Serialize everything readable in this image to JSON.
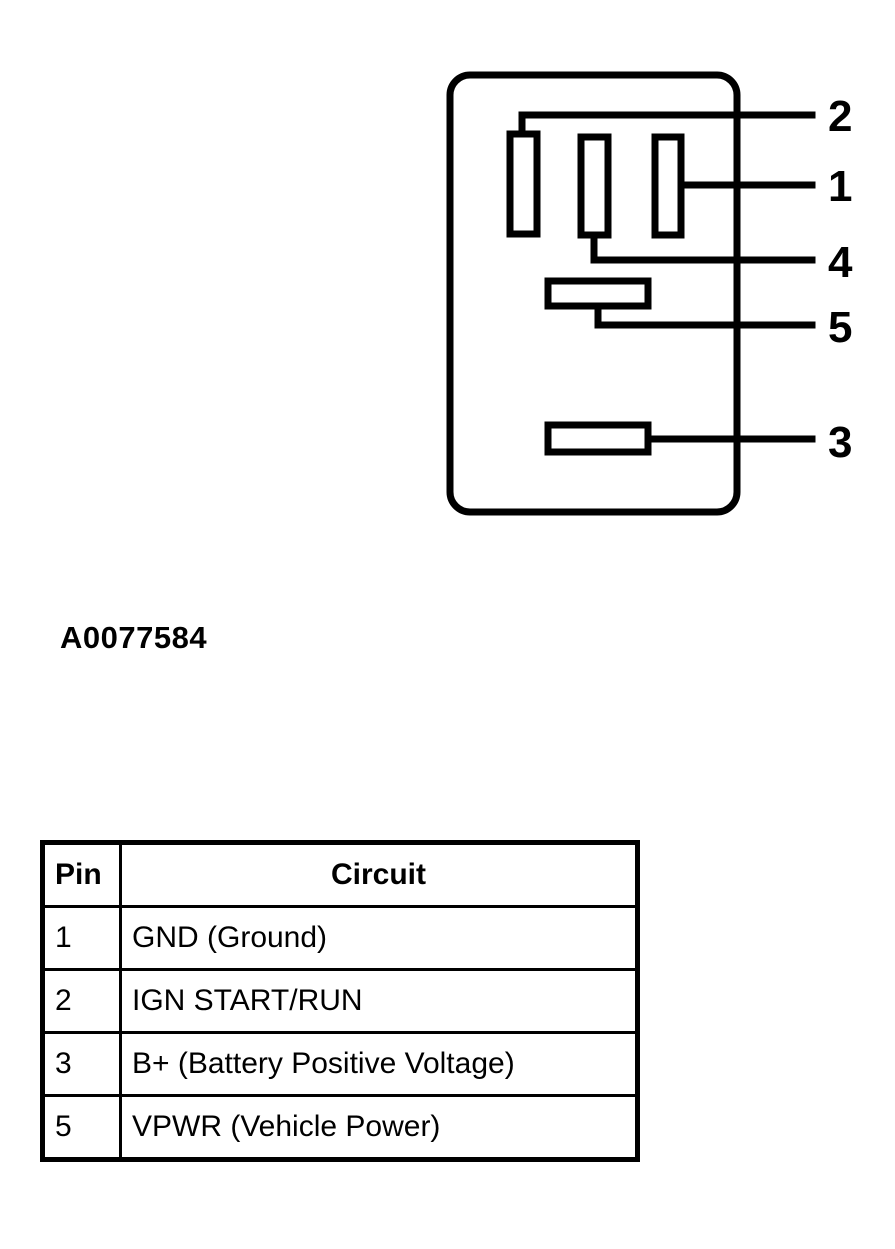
{
  "figure": {
    "id_label": "A0077584",
    "connector": {
      "pin_callouts": [
        {
          "number": "2"
        },
        {
          "number": "1"
        },
        {
          "number": "4"
        },
        {
          "number": "5"
        },
        {
          "number": "3"
        }
      ]
    }
  },
  "pin_table": {
    "headers": [
      "Pin",
      "Circuit"
    ],
    "rows": [
      {
        "pin": "1",
        "circuit": "GND (Ground)"
      },
      {
        "pin": "2",
        "circuit": "IGN START/RUN"
      },
      {
        "pin": "3",
        "circuit": "B+ (Battery Positive Voltage)"
      },
      {
        "pin": "5",
        "circuit": "VPWR (Vehicle Power)"
      }
    ]
  }
}
